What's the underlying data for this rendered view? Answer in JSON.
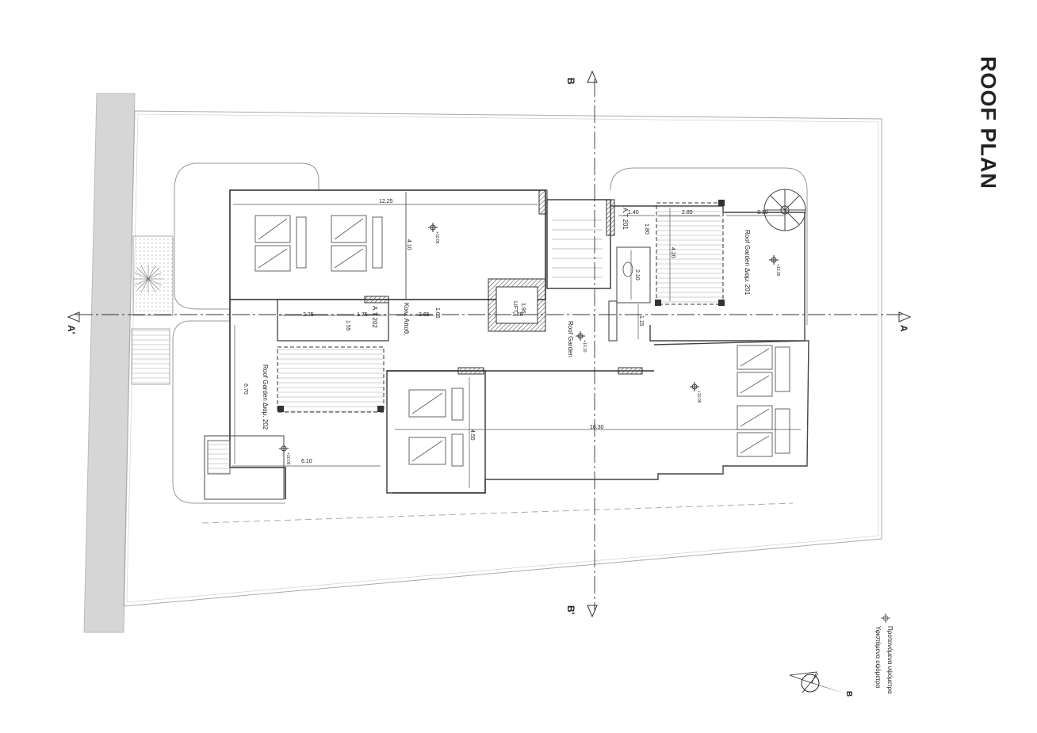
{
  "title": "ROOF PLAN",
  "sections": {
    "a_top": "A'",
    "a_bottom": "A",
    "b_left": "B",
    "b_right": "B'"
  },
  "rooms": {
    "roof_garden_201": "Roof Garden Διαμ. 201",
    "roof_garden_202": "Roof Garden Διαμ. 202",
    "roof_garden_center": "Roof Garden",
    "at_201": "A.T 201",
    "at_202": "A.T 202",
    "common_storage": "Κοιν. Αποθ.",
    "lift": "LIFT"
  },
  "dimensions": {
    "d_12_25": "12.25",
    "d_4_10": "4.10",
    "d_1_40": "1.40",
    "d_1_80": "1.80",
    "d_2_85": "2.85",
    "d_3_10": "3.10",
    "d_4_20": "4.20",
    "d_2_10": "2.10",
    "d_1_15": "1.15",
    "d_2_35": "2.35",
    "d_1_75": "1.75",
    "d_1_55": "1.55",
    "d_2_65": "2.65",
    "d_1_05": "1.05",
    "d_1_95": "1.95",
    "d_1_85": "1.85",
    "d_6_70": "6.70",
    "d_4_55": "4.55",
    "d_16_30": "16.30",
    "d_6_10": "6.10"
  },
  "levels": {
    "l1": "+10.05",
    "l2": "+10.05",
    "l3": "+10.10",
    "l4": "+10.05",
    "l5": "+10.05"
  },
  "legend": {
    "proposed": "Προτεινόμενα υψόμετρα",
    "existing": "Υφιστάμενα υψόμετρα"
  },
  "north_label": "B"
}
